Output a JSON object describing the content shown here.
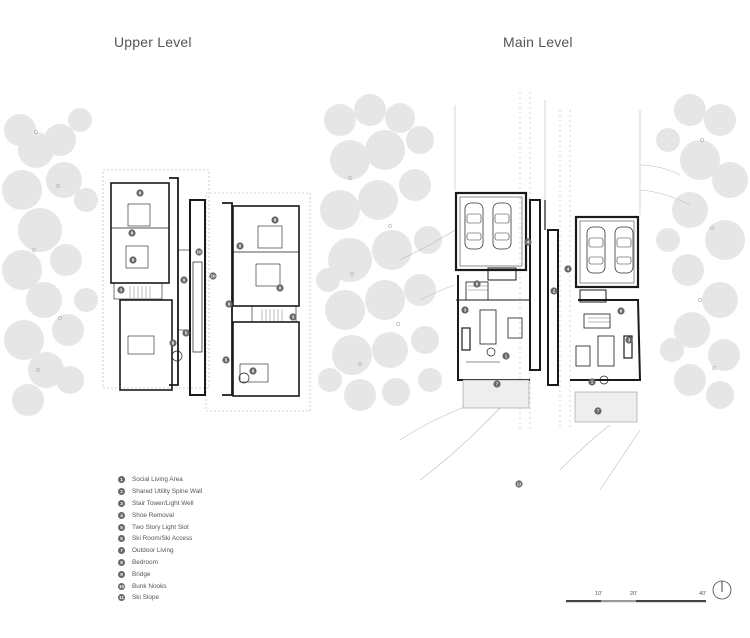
{
  "titles": {
    "upper": "Upper Level",
    "main": "Main Level"
  },
  "legend": [
    {
      "num": "1",
      "label": "Social Living Area"
    },
    {
      "num": "2",
      "label": "Shared Utility Spine Wall"
    },
    {
      "num": "3",
      "label": "Stair Tower/Light Well"
    },
    {
      "num": "4",
      "label": "Shoe Removal"
    },
    {
      "num": "5",
      "label": "Two Story Light Slot"
    },
    {
      "num": "6",
      "label": "Ski Room/Ski Access"
    },
    {
      "num": "7",
      "label": "Outdoor Living"
    },
    {
      "num": "8",
      "label": "Bedroom"
    },
    {
      "num": "9",
      "label": "Bridge"
    },
    {
      "num": "10",
      "label": "Bunk Nooks"
    },
    {
      "num": "11",
      "label": "Ski Slope"
    }
  ],
  "scale": {
    "ticks": [
      "10'",
      "20'",
      "40'"
    ]
  },
  "colors": {
    "wall": "#1a1a1a",
    "tree": "#e6e6e6",
    "line": "#9a9a9a",
    "marker": "#666666",
    "title": "#555555"
  },
  "north_arrow_icon": "north-arrow-icon"
}
